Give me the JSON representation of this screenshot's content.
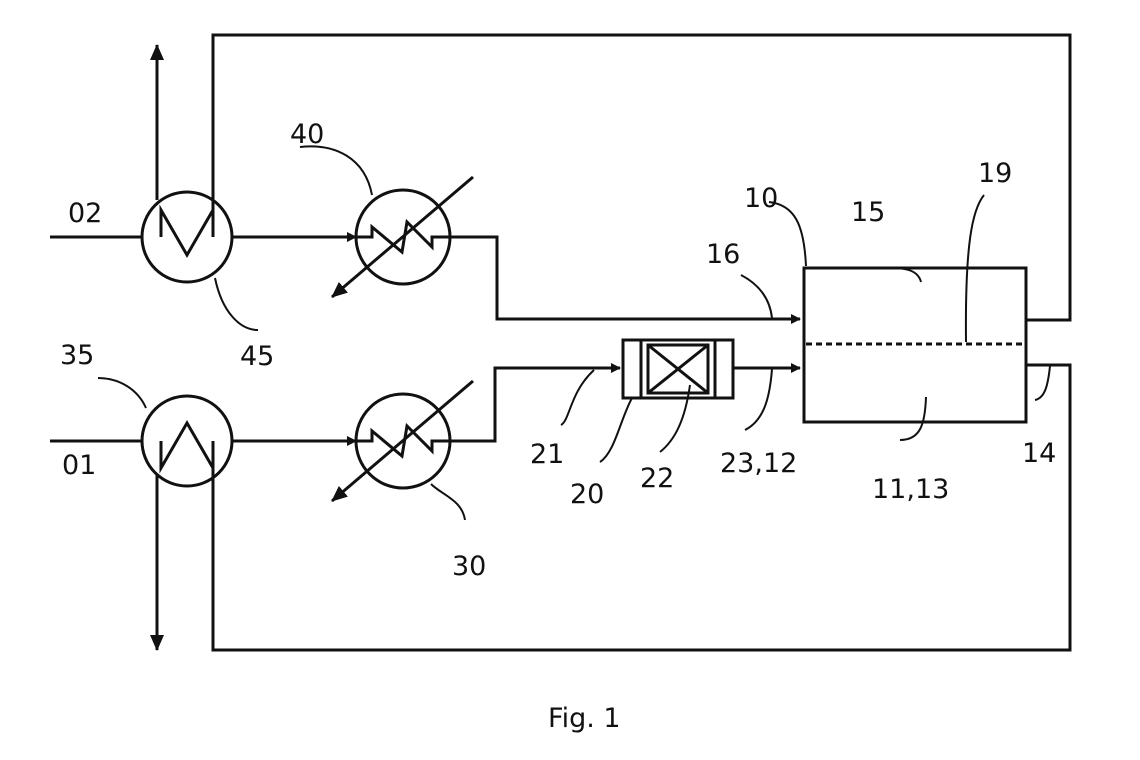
{
  "figure": {
    "caption": "Fig. 1",
    "labels": {
      "l01": "01",
      "l02": "02",
      "l10": "10",
      "l11_13": "11,13",
      "l14": "14",
      "l15": "15",
      "l16": "16",
      "l19": "19",
      "l20": "20",
      "l21": "21",
      "l22": "22",
      "l23_12": "23,12",
      "l30": "30",
      "l35": "35",
      "l40": "40",
      "l45": "45"
    }
  },
  "colors": {
    "line": "#111111",
    "background": "#ffffff"
  }
}
